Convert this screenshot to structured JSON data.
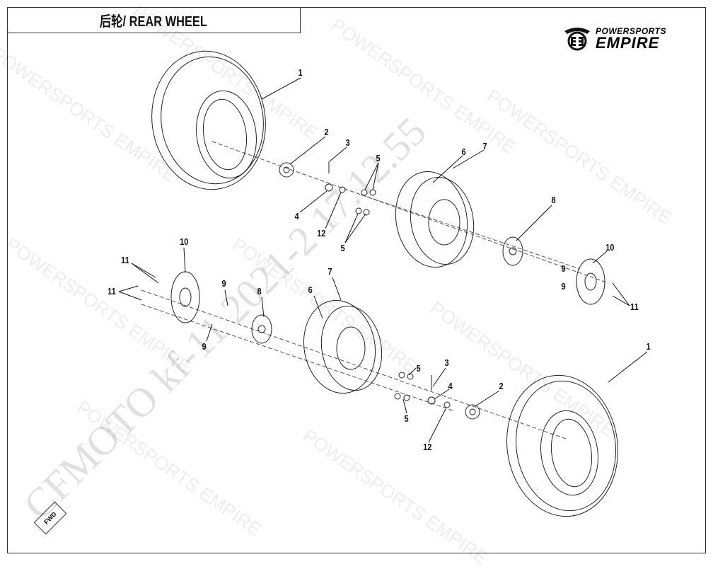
{
  "header": {
    "title": "后轮/ REAR WHEEL"
  },
  "logo": {
    "top": "POWERSPORTS",
    "bottom": "EMPIRE"
  },
  "watermark": {
    "repeat": "POWERSPORTS EMPIRE",
    "stamp": "CFMOTO kf-11 2021-2 17.12.55"
  },
  "fwd_label": "FWD",
  "callouts": [
    "1",
    "2",
    "3",
    "4",
    "12",
    "5",
    "5",
    "6",
    "7",
    "8",
    "10",
    "9",
    "9",
    "11",
    "10",
    "11",
    "11",
    "9",
    "9",
    "8",
    "7",
    "6",
    "5",
    "5",
    "3",
    "4",
    "2",
    "12",
    "1"
  ]
}
